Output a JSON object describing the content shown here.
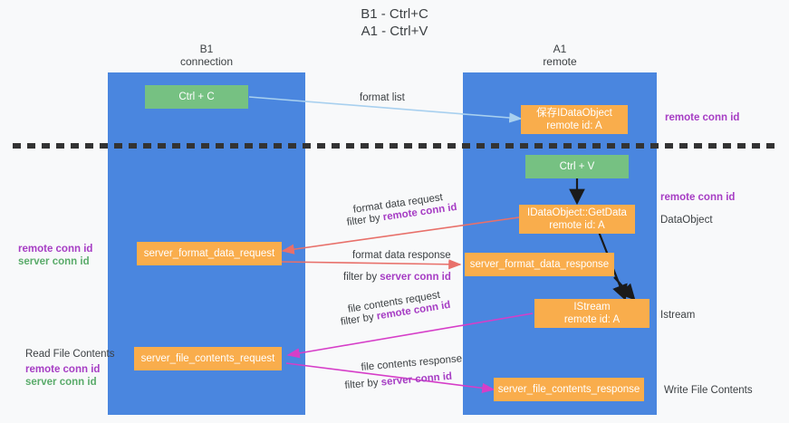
{
  "diagram": {
    "title": "B1 - Ctrl+C\nA1 - Ctrl+V",
    "colors": {
      "lane": "#4a86df",
      "green_box": "#76c182",
      "orange_box": "#f9ad4c",
      "remote_conn_id": "#a63dc4",
      "server_conn_id": "#5aab6a",
      "arrow_format_list": "#a8d0ef",
      "arrow_format_data": "#e8706a",
      "arrow_file_contents": "#d63ec8",
      "divider": "#333333",
      "background": "#f8f9fa"
    },
    "columns": [
      {
        "name": "left",
        "title": "B1\nconnection"
      },
      {
        "name": "right",
        "title": "A1\nremote"
      }
    ],
    "boxes": [
      {
        "id": "ctrl-c",
        "label": "Ctrl + C",
        "kind": "green"
      },
      {
        "id": "save-idataobject",
        "label": "保存IDataObject\nremote id: A",
        "kind": "orange"
      },
      {
        "id": "ctrl-v",
        "label": "Ctrl + V",
        "kind": "green"
      },
      {
        "id": "idataobject-getdata",
        "label": "IDataObject::GetData\nremote id: A",
        "kind": "orange"
      },
      {
        "id": "server-format-data-request",
        "label": "server_format_data_request",
        "kind": "orange"
      },
      {
        "id": "server-format-data-response",
        "label": "server_format_data_response",
        "kind": "orange"
      },
      {
        "id": "istream",
        "label": "IStream\nremote id: A",
        "kind": "orange"
      },
      {
        "id": "server-file-contents-request",
        "label": "server_file_contents_request",
        "kind": "orange"
      },
      {
        "id": "server-file-contents-response",
        "label": "server_file_contents_response",
        "kind": "orange"
      }
    ],
    "arrow_labels": {
      "format_list": "format list",
      "format_data_request": "format data request",
      "format_data_request_filter_prefix": "filter by ",
      "format_data_request_filter_value": "remote conn id",
      "format_data_response": "format data response",
      "format_data_response_filter_prefix": "filter by ",
      "format_data_response_filter_value": "server conn id",
      "file_contents_request": "file contents request",
      "file_contents_request_filter_prefix": "filter by ",
      "file_contents_request_filter_value": "remote conn id",
      "file_contents_response": "file contents response",
      "file_contents_response_filter_prefix": "filter by ",
      "file_contents_response_filter_value": "server conn id"
    },
    "annotations": {
      "right_remote_conn_id_top": "remote conn id",
      "right_remote_conn_id_mid": "remote conn id",
      "right_dataobject": "DataObject",
      "right_istream": "Istream",
      "right_write_file_contents": "Write File Contents",
      "left_remote_conn_id_mid": "remote conn id",
      "left_server_conn_id_mid": "server conn id",
      "left_read_file_contents": "Read File Contents",
      "left_remote_conn_id_bottom": "remote conn id",
      "left_server_conn_id_bottom": "server conn id"
    }
  }
}
